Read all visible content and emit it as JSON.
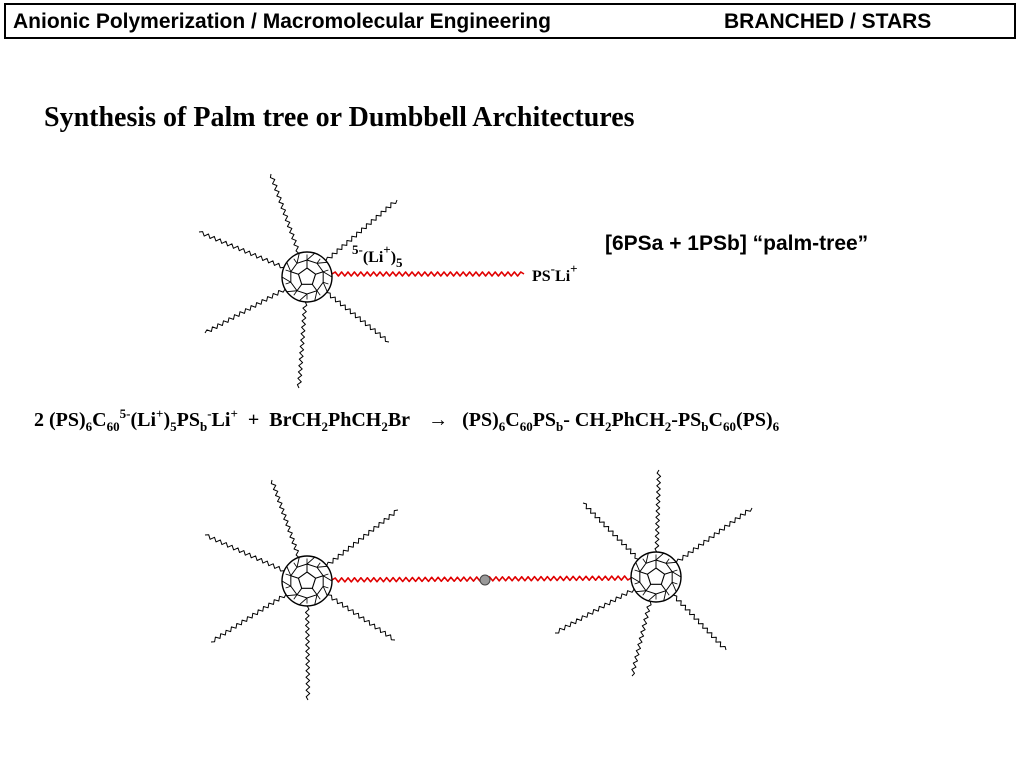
{
  "header": {
    "left_text": "Anionic Polymerization / Macromolecular Engineering",
    "right_text": "BRANCHED / STARS"
  },
  "title": "Synthesis of Palm tree or Dumbbell Architectures",
  "palm_tree": {
    "core_charge_label": {
      "sup": "5-",
      "main": "(Li",
      "sup2": "+",
      "main2": ")",
      "sub": "5"
    },
    "chain_end_label": {
      "main": "PS",
      "sup": "-",
      "main2": "Li",
      "sup2": "+"
    },
    "caption": "[6PSa + 1PSb] “palm-tree”"
  },
  "equation": {
    "t1": "2 (PS)",
    "s1": "6",
    "t2": "C",
    "s2": "60",
    "p1": "5-",
    "t3": "(Li",
    "p2": "+",
    "t4": ")",
    "s3": "5",
    "t5": "PS",
    "s4": "b",
    "p3": "-",
    "t6": "Li",
    "p4": "+",
    "plus": "  +  BrCH",
    "s5": "2",
    "t7": "PhCH",
    "s6": "2",
    "t8": "Br",
    "arrow": "→",
    "r1": "(PS)",
    "rs1": "6",
    "r2": "C",
    "rs2": "60",
    "r3": "PS",
    "rs3": "b",
    "r4": "- CH",
    "rs4": "2",
    "r5": "PhCH",
    "rs5": "2",
    "r6": "-PS",
    "rs6": "b",
    "r7": "C",
    "rs7": "60",
    "r8": "(PS)",
    "rs8": "6"
  },
  "colors": {
    "text": "#000000",
    "arm": "#000000",
    "linker_chain": "#e00000",
    "coupling_dot": "#999999",
    "fullerene_fill": "#ffffff"
  }
}
